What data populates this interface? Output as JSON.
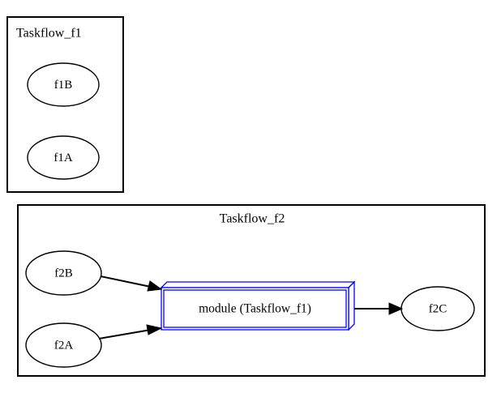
{
  "diagram": {
    "type": "graphviz-flow-diagram",
    "background_color": "#ffffff",
    "clusters": [
      {
        "id": "cluster_f1",
        "label": "Taskflow_f1",
        "label_align": "left",
        "border_color": "#000000",
        "nodes": [
          "f1B",
          "f1A"
        ]
      },
      {
        "id": "cluster_f2",
        "label": "Taskflow_f2",
        "label_align": "center",
        "border_color": "#000000",
        "nodes": [
          "f2B",
          "f2A",
          "module (Taskflow_f1)",
          "f2C"
        ]
      }
    ],
    "nodes": [
      {
        "id": "f1B",
        "label": "f1B",
        "shape": "ellipse",
        "color": "#000000"
      },
      {
        "id": "f1A",
        "label": "f1A",
        "shape": "ellipse",
        "color": "#000000"
      },
      {
        "id": "f2B",
        "label": "f2B",
        "shape": "ellipse",
        "color": "#000000"
      },
      {
        "id": "f2A",
        "label": "f2A",
        "shape": "ellipse",
        "color": "#000000"
      },
      {
        "id": "module_f1",
        "label": "module (Taskflow_f1)",
        "shape": "box3d",
        "color": "#0000ff"
      },
      {
        "id": "f2C",
        "label": "f2C",
        "shape": "ellipse",
        "color": "#000000"
      }
    ],
    "edges": [
      {
        "from": "f2B",
        "to": "module_f1",
        "arrowhead": "normal",
        "color": "#000000"
      },
      {
        "from": "f2A",
        "to": "module_f1",
        "arrowhead": "normal",
        "color": "#000000"
      },
      {
        "from": "module_f1",
        "to": "f2C",
        "arrowhead": "normal",
        "color": "#000000"
      }
    ],
    "labels": {
      "cluster_f1_title": "Taskflow_f1",
      "cluster_f2_title": "Taskflow_f2",
      "node_f1B": "f1B",
      "node_f1A": "f1A",
      "node_f2B": "f2B",
      "node_f2A": "f2A",
      "node_module": "module (Taskflow_f1)",
      "node_f2C": "f2C"
    },
    "colors": {
      "stroke": "#000000",
      "module_accent": "#0000ff",
      "fill": "#ffffff"
    }
  }
}
